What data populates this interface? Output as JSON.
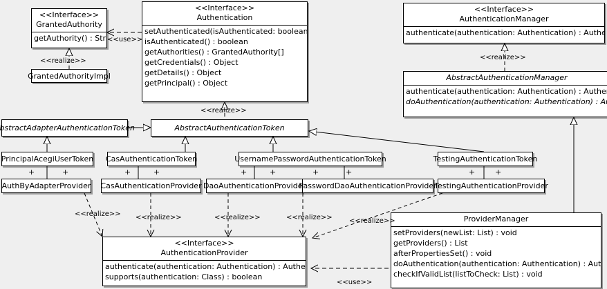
{
  "diagram": {
    "kind": "uml-class-diagram",
    "background": "#efefef",
    "line_color": "#000000",
    "node_fill": "#ffffff"
  },
  "nodes": {
    "granted_authority": {
      "stereotype": "<<Interface>>",
      "name": "GrantedAuthority",
      "members": [
        "getAuthority() : String"
      ]
    },
    "granted_authority_impl": {
      "name": "GrantedAuthorityImpl"
    },
    "authentication": {
      "stereotype": "<<Interface>>",
      "name": "Authentication",
      "members": [
        "setAuthenticated(isAuthenticated: boolean) : void",
        "isAuthenticated() : boolean",
        "getAuthorities() : GrantedAuthority[]",
        "getCredentials() : Object",
        "getDetails() : Object",
        "getPrincipal() : Object"
      ]
    },
    "authentication_manager": {
      "stereotype": "<<Interface>>",
      "name": "AuthenticationManager",
      "members": [
        "authenticate(authentication: Authentication) : Authentication"
      ]
    },
    "abstract_authentication_manager": {
      "name": "AbstractAuthenticationManager",
      "members": [
        "authenticate(authentication: Authentication) : Authentication",
        "doAuthentication(authentication: Authentication) : Authentication"
      ]
    },
    "abstract_adapter_authentication_token": {
      "name": "AbstractAdapterAuthenticationToken"
    },
    "abstract_authentication_token": {
      "name": "AbstractAuthenticationToken"
    },
    "principal_acegi_user_token": {
      "name": "PrincipalAcegiUserToken"
    },
    "cas_authentication_token": {
      "name": "CasAuthenticationToken"
    },
    "username_password_authentication_token": {
      "name": "UsernamePasswordAuthenticationToken"
    },
    "testing_authentication_token": {
      "name": "TestingAuthenticationToken"
    },
    "auth_by_adapter_provider": {
      "name": "AuthByAdapterProvider"
    },
    "cas_authentication_provider": {
      "name": "CasAuthenticationProvider"
    },
    "dao_authentication_provider": {
      "name": "DaoAuthenticationProvider"
    },
    "password_dao_authentication_provider": {
      "name": "PasswordDaoAuthenticationProvider"
    },
    "testing_authentication_provider": {
      "name": "TestingAuthenticationProvider"
    },
    "authentication_provider": {
      "stereotype": "<<Interface>>",
      "name": "AuthenticationProvider",
      "members": [
        "authenticate(authentication: Authentication) : Authentication",
        "supports(authentication: Class) : boolean"
      ]
    },
    "provider_manager": {
      "name": "ProviderManager",
      "members": [
        "setProviders(newList: List) : void",
        "getProviders() : List",
        "afterPropertiesSet() : void",
        "doAuthentication(authentication: Authentication) : Authentication",
        "checkIfValidList(listToCheck: List) : void"
      ]
    }
  },
  "edge_labels": {
    "use_authentication_granted_authority": "<<use>>",
    "realize_granted_authority_impl": "<<realize>>",
    "realize_abstract_authentication_token": "<<realize>>",
    "realize_manager": "<<realize>>",
    "realize_auth_by_adapter": "<<realize>>",
    "realize_cas_provider": "<<realize>>",
    "realize_dao_provider": "<<realize>>",
    "realize_password_dao_provider": "<<realize>>",
    "realize_testing_provider": "<<realize>>",
    "use_provider_manager": "<<use>>"
  },
  "association_adornments": {
    "symbol": "+",
    "pairs": [
      "principal_acegi_user_token-auth_by_adapter_provider",
      "cas_authentication_token-cas_authentication_provider",
      "username_password_authentication_token-dao_authentication_provider",
      "username_password_authentication_token-password_dao_authentication_provider",
      "testing_authentication_token-testing_authentication_provider"
    ]
  }
}
